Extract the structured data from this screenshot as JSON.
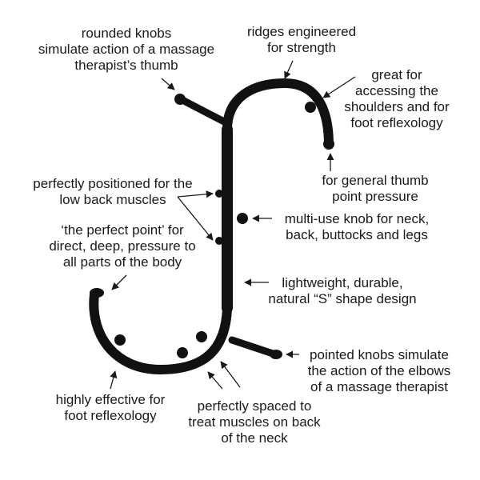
{
  "colors": {
    "tool": "#111111",
    "text": "#1a1a1a",
    "background": "#ffffff"
  },
  "labels": {
    "rounded_knobs": [
      "rounded knobs",
      "simulate action of a massage",
      "therapist’s thumb"
    ],
    "ridges": [
      "ridges engineered",
      "for strength"
    ],
    "shoulders": [
      "great for",
      "accessing the",
      "shoulders and for",
      "foot reflexology"
    ],
    "thumb_point": [
      "for general thumb",
      "point pressure"
    ],
    "low_back": [
      "perfectly positioned for the",
      "low back muscles"
    ],
    "perfect_point": [
      "‘the perfect point’ for",
      "direct, deep, pressure to",
      "all parts of the body"
    ],
    "multi_use": [
      "multi-use knob for neck,",
      "back, buttocks and legs"
    ],
    "lightweight": [
      "lightweight, durable,",
      "natural “S” shape design"
    ],
    "pointed_knobs": [
      "pointed knobs simulate",
      "the action of the elbows",
      "of a massage therapist"
    ],
    "foot_reflexology": [
      "highly effective for",
      "foot reflexology"
    ],
    "neck_spacing": [
      "perfectly spaced to",
      "treat muscles on back",
      "of the neck"
    ]
  }
}
